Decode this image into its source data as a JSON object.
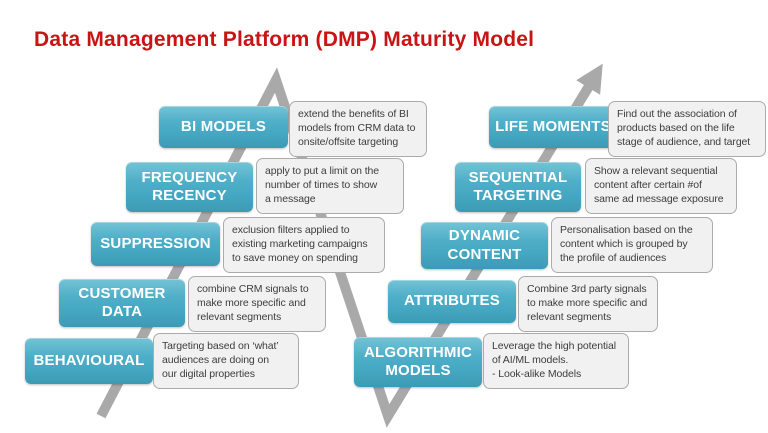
{
  "title": "Data Management Platform (DMP) Maturity Model",
  "colors": {
    "title_red": "#c81414",
    "step_teal": "#4bacc6",
    "desc_background": "#f1f1f1",
    "desc_border": "#ababab",
    "arrow_gray": "#a9a9a9"
  },
  "steps": [
    {
      "id": "bi-models",
      "label": "BI MODELS",
      "desc": "extend the benefits of BI\nmodels from CRM data to\nonsite/offsite targeting"
    },
    {
      "id": "frequency-recency",
      "label": "FREQUENCY\nRECENCY",
      "desc": "apply to put a limit on the\nnumber of times to show\na message"
    },
    {
      "id": "suppression",
      "label": "SUPPRESSION",
      "desc": "exclusion filters applied to\nexisting marketing campaigns\nto save money on spending"
    },
    {
      "id": "customer-data",
      "label": "CUSTOMER\nDATA",
      "desc": "combine CRM signals to\nmake more specific and\nrelevant segments"
    },
    {
      "id": "behavioural",
      "label": "BEHAVIOURAL",
      "desc": "Targeting based on ‘what’\naudiences are doing on\nour digital properties"
    },
    {
      "id": "life-moments",
      "label": "LIFE MOMENTS",
      "desc": "Find out the association of\nproducts based on the life\nstage of audience, and target"
    },
    {
      "id": "sequential-targeting",
      "label": "SEQUENTIAL\nTARGETING",
      "desc": "Show a relevant sequential\ncontent after certain #of\nsame ad message exposure"
    },
    {
      "id": "dynamic-content",
      "label": "DYNAMIC\nCONTENT",
      "desc": "Personalisation based on the\ncontent which is grouped by\nthe profile of audiences"
    },
    {
      "id": "attributes",
      "label": "ATTRIBUTES",
      "desc": "Combine 3rd party signals\nto make more specific and\nrelevant segments"
    },
    {
      "id": "algorithmic-models",
      "label": "ALGORITHMIC\nMODELS",
      "desc": "Leverage the high potential\nof AI/ML models.\n- Look-alike Models"
    }
  ]
}
